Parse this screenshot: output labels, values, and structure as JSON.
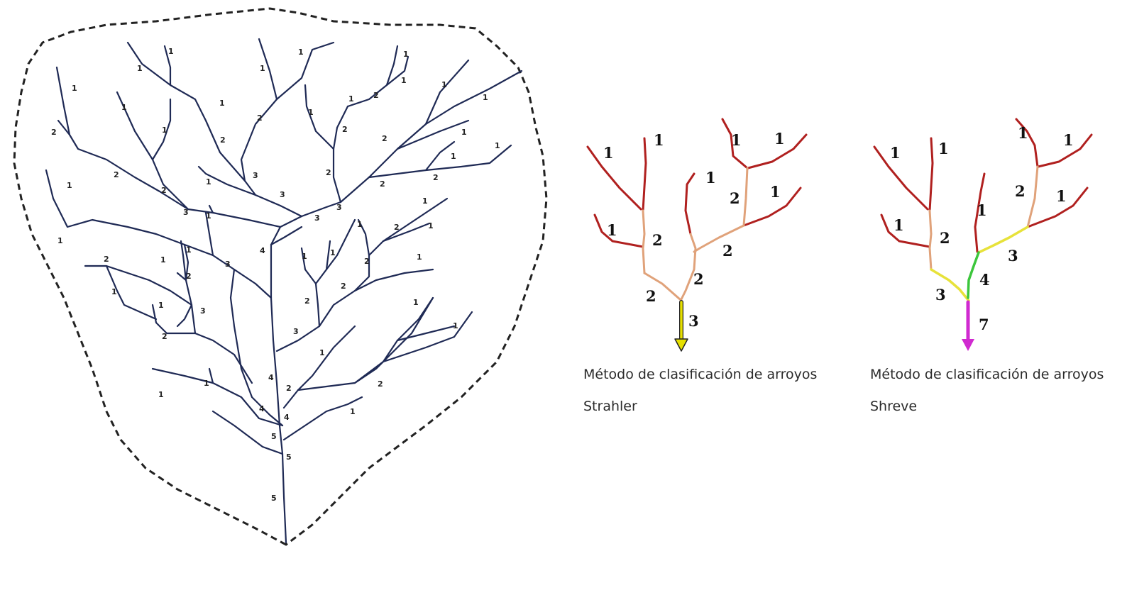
{
  "captions": {
    "strahler": "Método de clasificación de arroyos Strahler",
    "shreve": "Método de clasificación de arroyos Shreve"
  },
  "colors": {
    "basin_stream": "#1f2a55",
    "order_1_branch": "#b0201f",
    "strahler_order_2": "#e0a27a",
    "shreve_order_2": "#e0a27a",
    "shreve_order_3": "#e7e23a",
    "shreve_order_4": "#3cc63c",
    "strahler_outlet": "#e6e000",
    "shreve_outlet": "#d02ad0"
  },
  "basin_labels": [
    "1",
    "1",
    "1",
    "1",
    "1",
    "1",
    "1",
    "1",
    "1",
    "1",
    "2",
    "1",
    "1",
    "1",
    "2",
    "2",
    "1",
    "2",
    "1",
    "2",
    "2",
    "1",
    "1",
    "2",
    "3",
    "3",
    "3",
    "3",
    "2",
    "2",
    "1",
    "2",
    "1",
    "1",
    "1",
    "1",
    "2",
    "1",
    "2",
    "4",
    "1",
    "1",
    "2",
    "1",
    "3",
    "1",
    "1",
    "2",
    "2",
    "1",
    "3",
    "1",
    "1",
    "2",
    "3",
    "3",
    "1",
    "2",
    "1",
    "4",
    "2",
    "1",
    "4",
    "2",
    "1",
    "4",
    "5",
    "5",
    "2",
    "5",
    "1",
    "1"
  ],
  "strahler_labels": [
    "1",
    "1",
    "1",
    "1",
    "1",
    "1",
    "2",
    "1",
    "2",
    "2",
    "2",
    "2",
    "3"
  ],
  "shreve_labels": [
    "1",
    "1",
    "1",
    "1",
    "1",
    "2",
    "1",
    "1",
    "2",
    "3",
    "4",
    "3",
    "7"
  ]
}
